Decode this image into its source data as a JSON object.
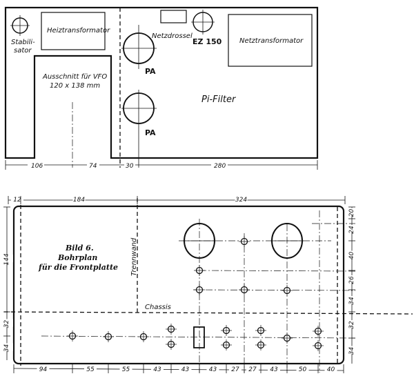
{
  "top_view": {
    "labels": {
      "stabilisator_1": "Stabili-",
      "stabilisator_2": "sator",
      "heiztransformator": "Heiztransformator",
      "netzdrossel": "Netzdrossel",
      "ez150": "EZ 150",
      "netztransformator": "Netztransformator",
      "pa_1": "PA",
      "pa_2": "PA",
      "cutout_1": "Ausschnitt für VFO",
      "cutout_2": "120 x 138 mm",
      "pi_filter": "Pi-Filter"
    },
    "dimensions": [
      "106",
      "74",
      "30",
      "280"
    ]
  },
  "front_panel": {
    "caption": [
      "Bild 6.",
      "Bohrplan",
      "für die Frontplatte"
    ],
    "trennwand": "Trennwand",
    "chassis": "Chassis",
    "top_dimensions": [
      "12",
      "184",
      "324"
    ],
    "bottom_dimensions": [
      "94",
      "55",
      "55",
      "43",
      "43",
      "43",
      "27",
      "27",
      "43",
      "50",
      "40"
    ],
    "right_dimensions": [
      "20",
      "24",
      "40",
      "26",
      "34",
      "32",
      "34"
    ],
    "left_dimensions": [
      "144",
      "32",
      "34"
    ]
  }
}
